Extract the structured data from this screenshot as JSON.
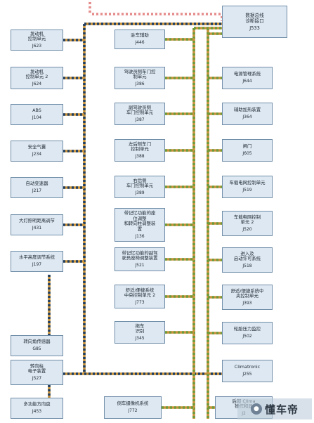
{
  "gateway": {
    "name": "数据总线\n诊断接口",
    "code": "J533"
  },
  "left_units": [
    {
      "name": "发动机\n控制单元",
      "code": "J623"
    },
    {
      "name": "发动机\n控制单元 2",
      "code": "J624"
    },
    {
      "name": "ABS",
      "code": "J104"
    },
    {
      "name": "安全气囊",
      "code": "J234"
    },
    {
      "name": "自动变速器",
      "code": "J217"
    },
    {
      "name": "大灯照明距离调节",
      "code": "J431"
    },
    {
      "name": "水平高度调节系统",
      "code": "J197"
    },
    {
      "name": "转向角传感器",
      "code": "G85"
    },
    {
      "name": "转向柱\n电子装置",
      "code": "J527"
    },
    {
      "name": "多功能方向盘",
      "code": "J453"
    }
  ],
  "middle_units": [
    {
      "name": "驻车辅助",
      "code": "J446"
    },
    {
      "name": "驾驶员侧车门控\n制单元",
      "code": "J386"
    },
    {
      "name": "副驾驶员侧\n车门控制单元",
      "code": "J387"
    },
    {
      "name": "左后侧车门\n控制单元",
      "code": "J388"
    },
    {
      "name": "右后侧\n车门控制单元",
      "code": "J389"
    },
    {
      "name": "带记忆功能的座\n位调整\n和转向柱调整装\n置",
      "code": "J136"
    },
    {
      "name": "带记忆功能的副驾\n驶员座椅调整装置",
      "code": "J521"
    },
    {
      "name": "舒适/便捷系统\n中央控制单元 2",
      "code": "J773"
    },
    {
      "name": "拖车\n识别",
      "code": "J345"
    },
    {
      "name": "倒车摄像机系统",
      "code": "J772"
    }
  ],
  "right_units": [
    {
      "name": "电源管理系统",
      "code": "J644"
    },
    {
      "name": "辅助加热装置",
      "code": "J364"
    },
    {
      "name": "闸门",
      "code": "J605"
    },
    {
      "name": "车载电网控制单元",
      "code": "J519"
    },
    {
      "name": "车载电网控制\n单元 2",
      "code": "J520"
    },
    {
      "name": "进入及\n启动许可系统",
      "code": "J518"
    },
    {
      "name": "舒适/便捷系统中\n央控制单元",
      "code": "J393"
    },
    {
      "name": "轮胎压力监控",
      "code": "J502"
    },
    {
      "name": "Climatronic",
      "code": "J255"
    },
    {
      "name": "后部 Clima\n操作和显",
      "code": "J2"
    }
  ],
  "watermark": {
    "text": "懂车帝"
  },
  "colors": {
    "powertrain_bus": [
      "#c8923a",
      "#1f3e61"
    ],
    "comfort_bus": [
      "#c8923a",
      "#6e9a3a"
    ],
    "top_bus": [
      "#e58a8a",
      "#ffffff"
    ],
    "box_fill": "#dde8f2",
    "box_border": "#6f8da8"
  }
}
